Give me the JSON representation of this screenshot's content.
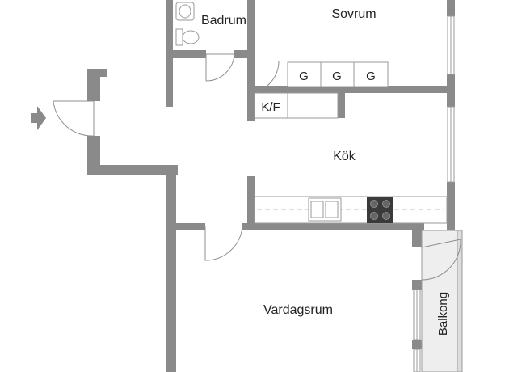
{
  "rooms": {
    "bathroom": "Badrum",
    "bedroom": "Sovrum",
    "kitchen": "Kök",
    "living_room": "Vardagsrum",
    "balcony": "Balkong"
  },
  "fixtures": {
    "fridge_freezer": "K/F",
    "cabinets": [
      "G",
      "G",
      "G"
    ]
  },
  "colors": {
    "wall": "#8a8a8a",
    "balcony_fill": "#eeeeee",
    "hob": "#3a3a3a",
    "entrance_arrow": "#8a8a8a"
  }
}
